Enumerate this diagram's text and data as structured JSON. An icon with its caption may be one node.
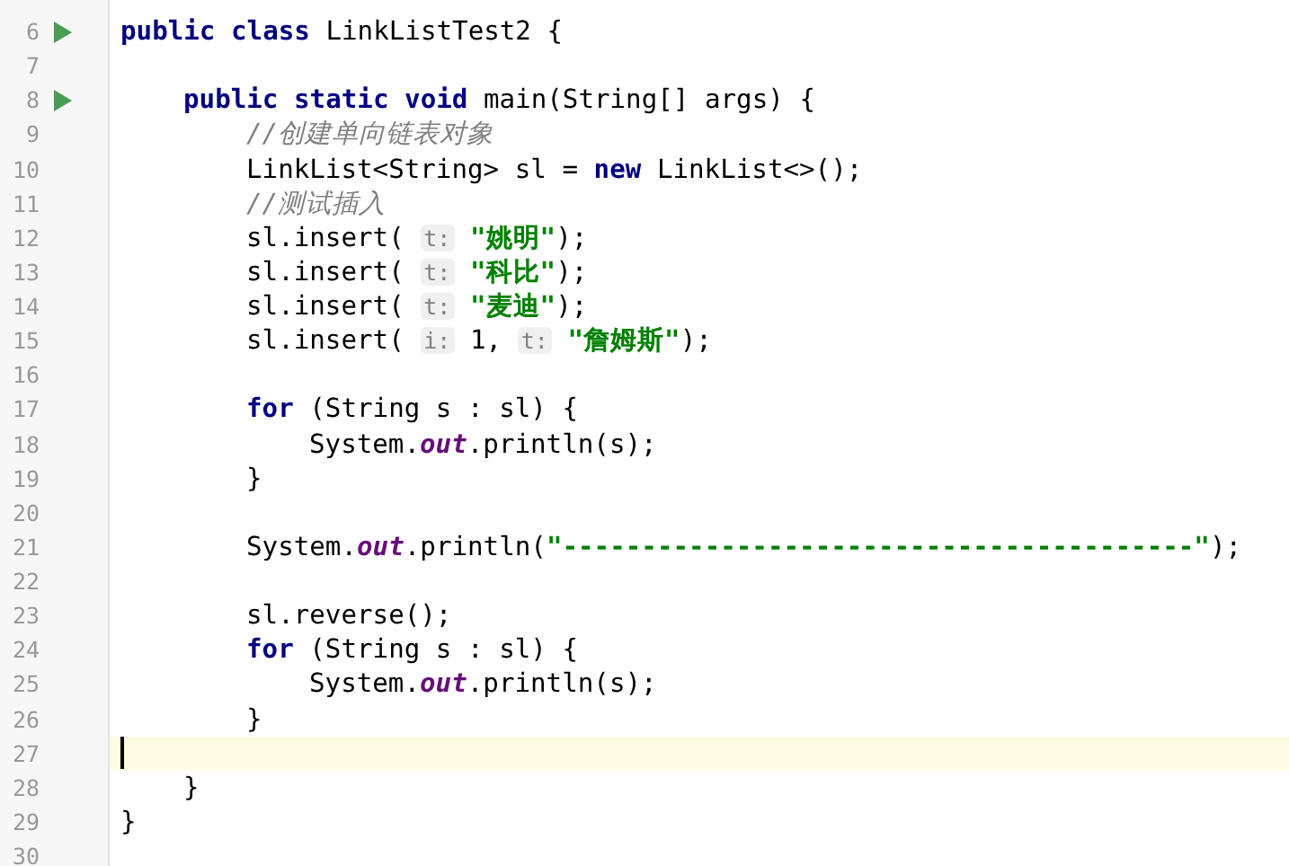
{
  "diagram": {
    "labels": [
      "6",
      "**public** **class** LinkListTest2 {",
      "7",
      "8",
      "**public** **static** **void** main(String[] args) {",
      "9",
      "//创建单向链表对象",
      "10",
      "LinkList<String> sl = **new** LinkList<>();",
      "11",
      "//测试插入",
      "12",
      "sl.insert( t: \"姚明\");",
      "13",
      "sl.insert( t: \"科比\");",
      "14",
      "sl.insert( t: \"麦迪\");",
      "15",
      "sl.insert( i: 1, t: \"詹姆斯\");",
      "16",
      "17",
      "**for** (String s : sl) {",
      "18",
      "System.*out*.println(s);",
      "19",
      "}",
      "20",
      "21",
      "System.*out*.println(\"----------------------------------------\");",
      "22",
      "23",
      "sl.reverse();",
      "24",
      "**for** (String s : sl) {",
      "25",
      "System.*out*.println(s);",
      "26",
      "}",
      "27",
      "28",
      "}",
      "29",
      "}",
      "30"
    ]
  }
}
